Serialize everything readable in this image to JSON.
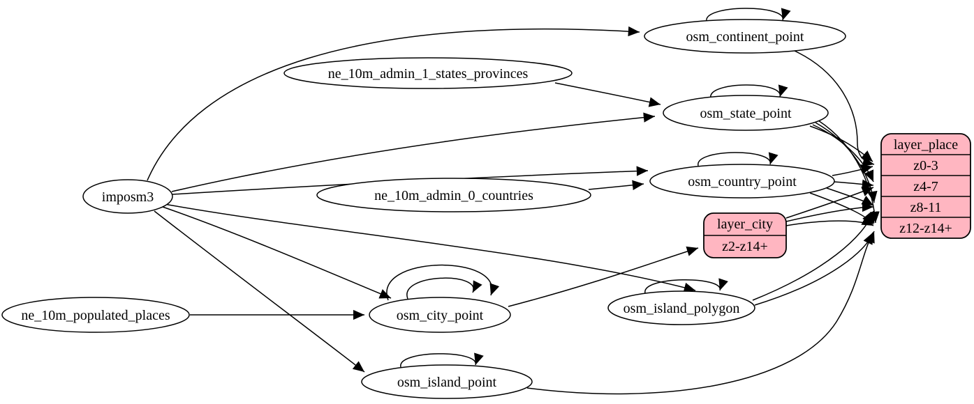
{
  "diagram": {
    "type": "graphviz-etl-flow",
    "colors": {
      "background": "#ffffff",
      "node_fill": "#ffffff",
      "record_fill": "#ffb6c1",
      "stroke": "#000000"
    },
    "nodes": {
      "imposm3": "imposm3",
      "ne_states": "ne_10m_admin_1_states_provinces",
      "ne_countries": "ne_10m_admin_0_countries",
      "ne_places": "ne_10m_populated_places",
      "continent": "osm_continent_point",
      "state": "osm_state_point",
      "country": "osm_country_point",
      "city": "osm_city_point",
      "island_polygon": "osm_island_polygon",
      "island_point": "osm_island_point"
    },
    "records": {
      "layer_place": {
        "title": "layer_place",
        "rows": [
          "z0-3",
          "z4-7",
          "z8-11",
          "z12-z14+"
        ]
      },
      "layer_city": {
        "title": "layer_city",
        "rows": [
          "z2-z14+"
        ]
      }
    },
    "edges": [
      {
        "from": "imposm3",
        "to": "osm_continent_point"
      },
      {
        "from": "imposm3",
        "to": "osm_state_point"
      },
      {
        "from": "imposm3",
        "to": "osm_country_point"
      },
      {
        "from": "imposm3",
        "to": "osm_city_point"
      },
      {
        "from": "imposm3",
        "to": "osm_island_polygon"
      },
      {
        "from": "imposm3",
        "to": "osm_island_point"
      },
      {
        "from": "ne_10m_admin_1_states_provinces",
        "to": "osm_state_point"
      },
      {
        "from": "ne_10m_admin_0_countries",
        "to": "osm_country_point"
      },
      {
        "from": "ne_10m_populated_places",
        "to": "osm_city_point"
      },
      {
        "from": "osm_continent_point",
        "to": "osm_continent_point"
      },
      {
        "from": "osm_state_point",
        "to": "osm_state_point"
      },
      {
        "from": "osm_country_point",
        "to": "osm_country_point"
      },
      {
        "from": "osm_city_point",
        "to": "osm_city_point"
      },
      {
        "from": "osm_city_point",
        "to": "osm_city_point"
      },
      {
        "from": "osm_island_polygon",
        "to": "osm_island_polygon"
      },
      {
        "from": "osm_island_point",
        "to": "osm_island_point"
      },
      {
        "from": "osm_continent_point",
        "to": "layer_place:z0-3"
      },
      {
        "from": "osm_state_point",
        "to": "layer_place:z0-3"
      },
      {
        "from": "osm_state_point",
        "to": "layer_place:z4-7"
      },
      {
        "from": "osm_state_point",
        "to": "layer_place:z8-11"
      },
      {
        "from": "osm_state_point",
        "to": "layer_place:z12-z14+"
      },
      {
        "from": "osm_country_point",
        "to": "layer_place:z0-3"
      },
      {
        "from": "osm_country_point",
        "to": "layer_place:z4-7"
      },
      {
        "from": "osm_country_point",
        "to": "layer_place:z8-11"
      },
      {
        "from": "osm_country_point",
        "to": "layer_place:z12-z14+"
      },
      {
        "from": "osm_city_point",
        "to": "layer_city:z2-z14+"
      },
      {
        "from": "layer_city",
        "to": "layer_place:z4-7"
      },
      {
        "from": "layer_city",
        "to": "layer_place:z8-11"
      },
      {
        "from": "layer_city",
        "to": "layer_place:z12-z14+"
      },
      {
        "from": "osm_island_polygon",
        "to": "layer_place:z8-11"
      },
      {
        "from": "osm_island_polygon",
        "to": "layer_place:z12-z14+"
      },
      {
        "from": "osm_island_point",
        "to": "layer_place:z12-z14+"
      }
    ]
  }
}
